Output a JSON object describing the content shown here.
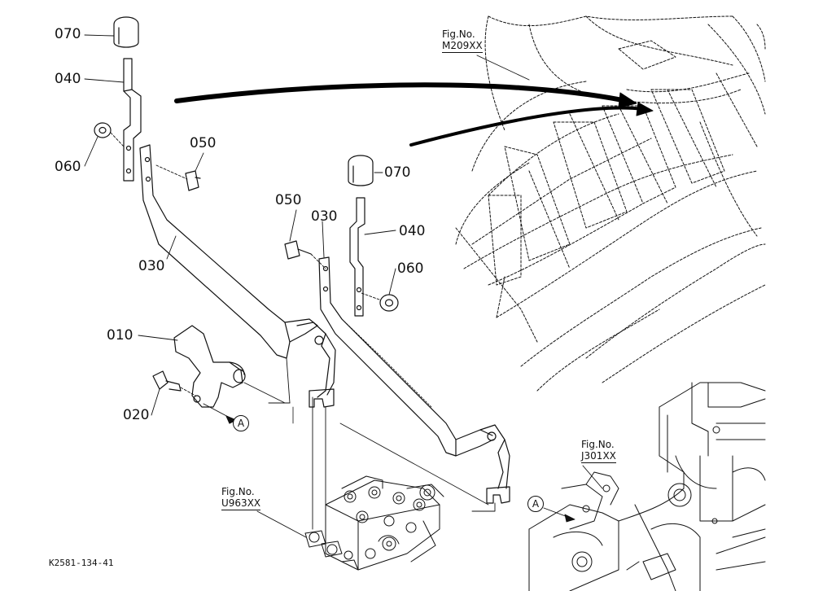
{
  "diagram": {
    "reference_code": "K2581-134-41",
    "callouts": [
      {
        "id": "c070a",
        "text": "070"
      },
      {
        "id": "c040a",
        "text": "040"
      },
      {
        "id": "c060a",
        "text": "060"
      },
      {
        "id": "c050a",
        "text": "050"
      },
      {
        "id": "c030a",
        "text": "030"
      },
      {
        "id": "c010",
        "text": "010"
      },
      {
        "id": "c020",
        "text": "020"
      },
      {
        "id": "c070b",
        "text": "070"
      },
      {
        "id": "c050b",
        "text": "050"
      },
      {
        "id": "c030b",
        "text": "030"
      },
      {
        "id": "c040b",
        "text": "040"
      },
      {
        "id": "c060b",
        "text": "060"
      }
    ],
    "figure_refs": [
      {
        "id": "fM209",
        "label": "Fig.No.",
        "code": "M209XX"
      },
      {
        "id": "fJ301",
        "label": "Fig.No.",
        "code": "J301XX"
      },
      {
        "id": "fU963",
        "label": "Fig.No.",
        "code": "U963XX"
      }
    ],
    "markers": [
      {
        "id": "mA1",
        "text": "A"
      },
      {
        "id": "mA2",
        "text": "A"
      }
    ]
  }
}
